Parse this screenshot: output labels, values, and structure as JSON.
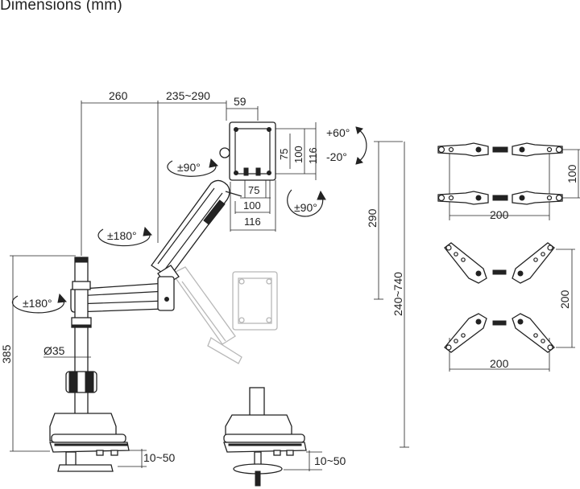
{
  "title": "Dimensions (mm)",
  "labels": {
    "w260": "260",
    "w235_290": "235~290",
    "w59": "59",
    "rot90_top": "±90°",
    "rot180_upper": "±180°",
    "rot180_lower": "±180°",
    "tilt_up": "+60°",
    "tilt_down": "-20°",
    "rot90_right": "±90°",
    "vesa75_v": "75",
    "vesa100_v": "100",
    "vesa116_v": "116",
    "vesa75_h": "75",
    "vesa100_h": "100",
    "vesa116_h": "116",
    "h290": "290",
    "h240_740": "240~740",
    "h385": "385",
    "d35": "Ø35",
    "clamp1": "10~50",
    "clamp2": "10~50",
    "adapter1_w": "200",
    "adapter1_h": "100",
    "adapter2_w": "200",
    "adapter2_h": "200"
  }
}
